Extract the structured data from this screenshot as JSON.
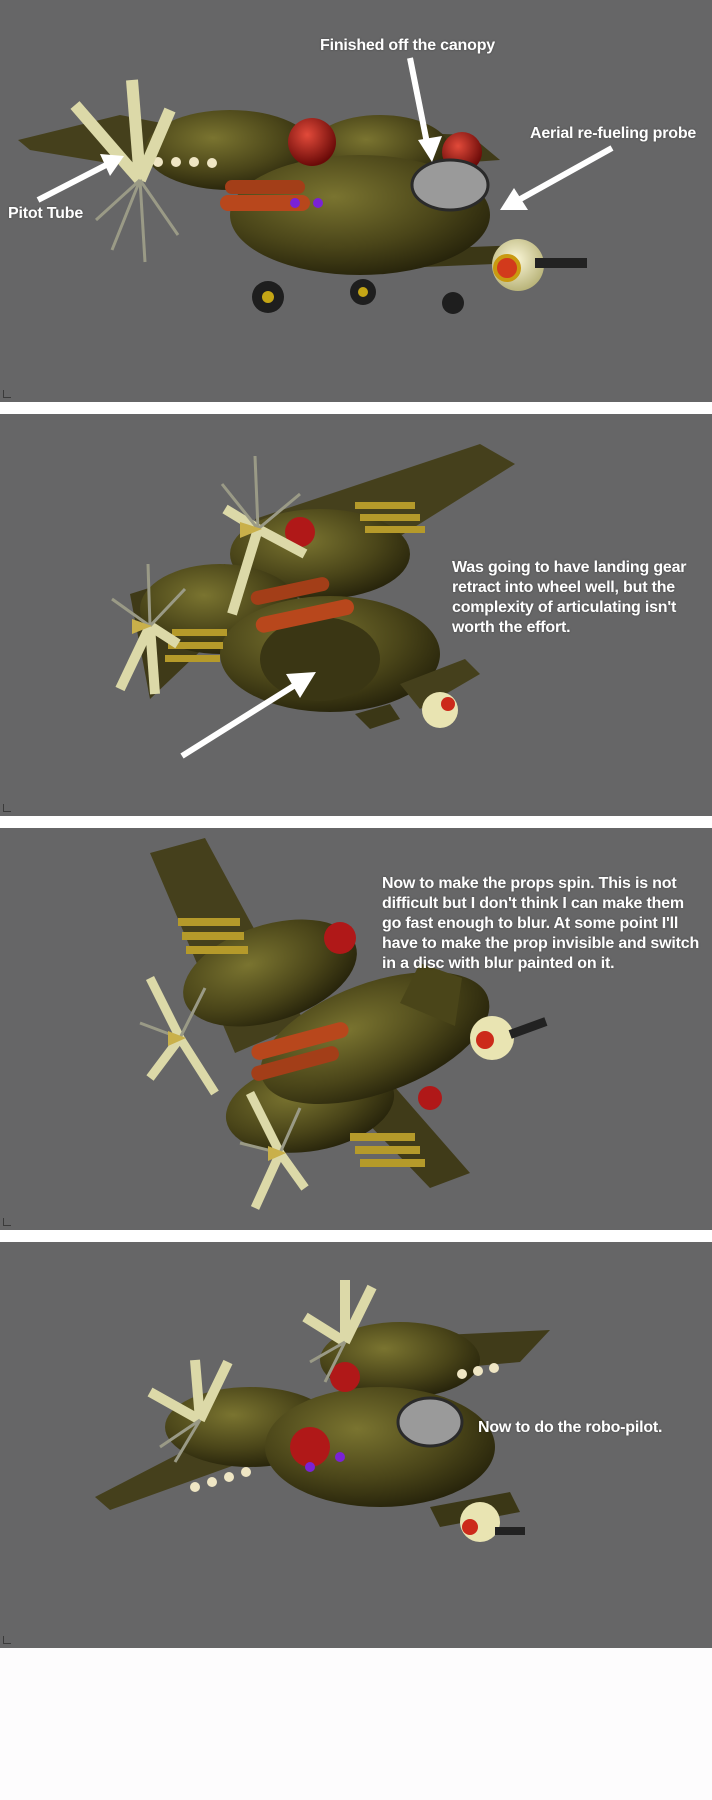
{
  "panels": [
    {
      "callouts": {
        "canopy": "Finished off the canopy",
        "probe": "Aerial re-fueling probe",
        "pitot": "Pitot Tube"
      }
    },
    {
      "note": "Was going to have landing gear retract into wheel well, but the complexity of articulating isn't worth the effort."
    },
    {
      "note": "Now to make the props spin. This is not difficult but I don't think I can make them go fast enough to blur. At some point I'll have to make the prop invisible and switch in a disc with blur painted on it."
    },
    {
      "note": "Now to do the robo-pilot."
    }
  ],
  "colors": {
    "viewport": "#666667",
    "fuselage": "#4f4a1c",
    "wing": "#45401c",
    "engine_red": "#b01818",
    "rocket_orange": "#b8471c",
    "prop_blade": "#dcd9a8",
    "annotation": "#ffffff"
  }
}
